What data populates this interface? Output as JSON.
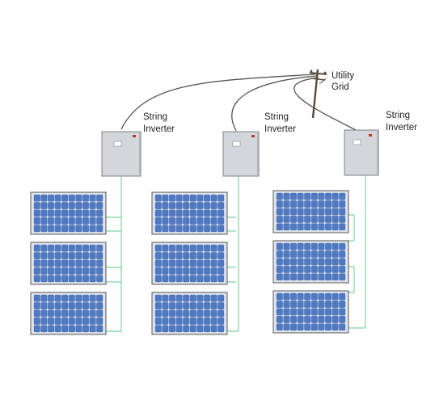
{
  "labels": {
    "utility_line1": "Utility",
    "utility_line2": "Grid",
    "inverter_line1": "String",
    "inverter_line2": "Inverter"
  },
  "colors": {
    "cell": "#4f79c2",
    "cell_edge": "#3a5f9e",
    "panel_bg": "#dfe4ec",
    "panel_frame": "#555555",
    "inverter_body": "#d3d6da",
    "inverter_edge": "#7d8085",
    "indicator": "#c0392b",
    "dc_wire": "#7ed4a0",
    "ac_cable": "#555555",
    "pole": "#5a4a3a"
  },
  "strings": [
    {
      "id": "string-1",
      "panels": 3,
      "inverter_label": "String Inverter"
    },
    {
      "id": "string-2",
      "panels": 3,
      "inverter_label": "String Inverter"
    },
    {
      "id": "string-3",
      "panels": 3,
      "inverter_label": "String Inverter"
    }
  ]
}
